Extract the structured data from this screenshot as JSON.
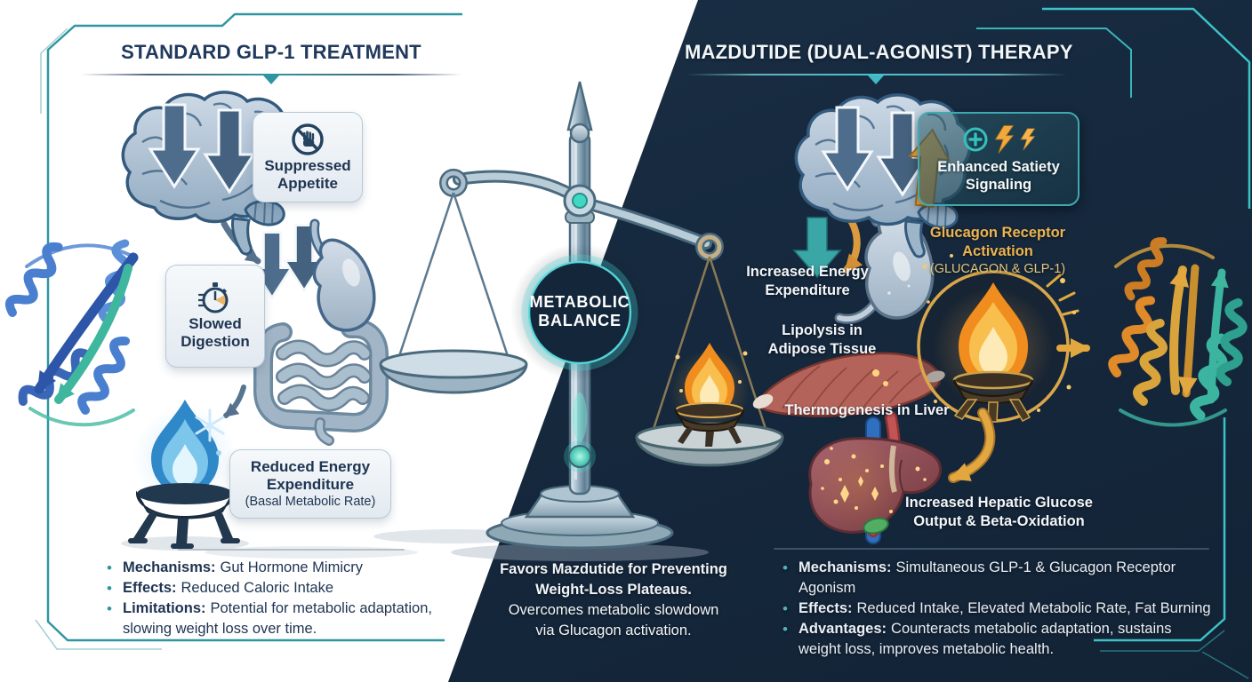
{
  "left": {
    "title": "STANDARD GLP-1 TREATMENT",
    "card_suppressed_appetite": "Suppressed Appetite",
    "card_slowed_digestion": "Slowed Digestion",
    "card_reduced_energy_line1": "Reduced Energy Expenditure",
    "card_reduced_energy_line2": "(Basal Metabolic Rate)",
    "bullets": [
      {
        "label": "Mechanisms:",
        "text": "Gut Hormone Mimicry"
      },
      {
        "label": "Effects:",
        "text": "Reduced Caloric Intake"
      },
      {
        "label": "Limitations:",
        "text": "Potential for metabolic adaptation, slowing weight loss over time."
      }
    ]
  },
  "center": {
    "badge_line1": "METABOLIC",
    "badge_line2": "BALANCE",
    "verdict_bold": "Favors Mazdutide for Preventing Weight-Loss Plateaus.",
    "verdict_text": "Overcomes metabolic slowdown via Glucagon activation."
  },
  "right": {
    "title": "MAZDUTIDE (DUAL-AGONIST) THERAPY",
    "card_enhanced_satiety": "Enhanced Satiety Signaling",
    "label_increased_energy": "Increased Energy Expenditure",
    "label_glucagon_line1": "Glucagon Receptor Activation",
    "label_glucagon_line2": "(GLUCAGON & GLP-1)",
    "label_lipolysis": "Lipolysis in Adipose Tissue",
    "label_thermogenesis": "Thermogenesis in Liver",
    "label_hepatic": "Increased Hepatic Glucose Output & Beta-Oxidation",
    "bullets": [
      {
        "label": "Mechanisms:",
        "text": "Simultaneous GLP-1 & Glucagon Receptor Agonism"
      },
      {
        "label": "Effects:",
        "text": "Reduced Intake, Elevated Metabolic Rate, Fat Burning"
      },
      {
        "label": "Advantages:",
        "text": "Counteracts metabolic adaptation, sustains weight loss, improves metabolic health."
      }
    ]
  },
  "colors": {
    "accent_teal": "#2f96a0",
    "accent_teal_bright": "#3fd0cf",
    "navy_dark": "#16293e",
    "title_navy": "#20395c",
    "gold": "#e8b44e",
    "orange_flame": "#f08d1e",
    "blue_flame": "#2f88c8"
  }
}
